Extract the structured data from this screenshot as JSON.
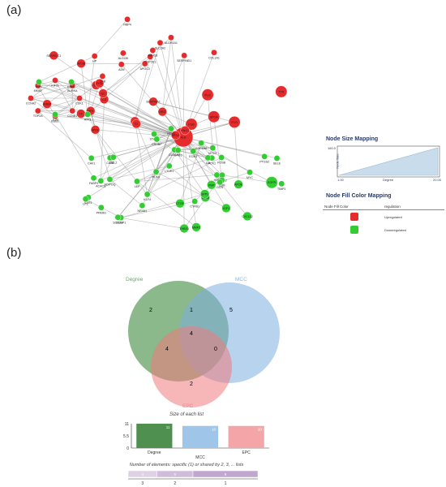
{
  "panel_a_label": "(a)",
  "panel_b_label": "(b)",
  "network": {
    "nodes": [
      {
        "id": "ALB",
        "label": "ALB",
        "reg": "up",
        "size": 5
      },
      {
        "id": "TTR",
        "label": "TTR",
        "reg": "up",
        "size": 3
      },
      {
        "id": "PLG",
        "label": "PLG",
        "reg": "up",
        "size": 3
      },
      {
        "id": "APOA",
        "label": "APOA",
        "reg": "up",
        "size": 3
      },
      {
        "id": "FGG",
        "label": "FGG",
        "reg": "up",
        "size": 3
      },
      {
        "id": "FGB",
        "label": "FGB",
        "reg": "up",
        "size": 3
      },
      {
        "id": "KNG1",
        "label": "KNG1",
        "reg": "up",
        "size": 2
      },
      {
        "id": "HRG",
        "label": "HRG",
        "reg": "up",
        "size": 2
      },
      {
        "id": "AHSG",
        "label": "AHSG",
        "reg": "up",
        "size": 2
      },
      {
        "id": "SERPINA1",
        "label": "SERPINA1",
        "reg": "up",
        "size": 2
      },
      {
        "id": "CP",
        "label": "CP",
        "reg": "up",
        "size": 2
      },
      {
        "id": "APOH",
        "label": "APOH",
        "reg": "up",
        "size": 2
      },
      {
        "id": "F2",
        "label": "F2",
        "reg": "up",
        "size": 2
      },
      {
        "id": "TF",
        "label": "TF",
        "reg": "up",
        "size": 2
      },
      {
        "id": "HPX",
        "label": "HPX",
        "reg": "up",
        "size": 2
      },
      {
        "id": "AMBP",
        "label": "AMBP",
        "reg": "up",
        "size": 2
      },
      {
        "id": "C3",
        "label": "C3",
        "reg": "up",
        "size": 2
      },
      {
        "id": "ITIH2",
        "label": "ITIH2",
        "reg": "up",
        "size": 2
      },
      {
        "id": "GC",
        "label": "GC",
        "reg": "up",
        "size": 2
      },
      {
        "id": "FGA",
        "label": "FGA",
        "reg": "up",
        "size": 2
      },
      {
        "id": "APOB",
        "label": "APOB",
        "reg": "up",
        "size": 2
      },
      {
        "id": "SERPINC1",
        "label": "SERPINC1",
        "reg": "up",
        "size": 2
      },
      {
        "id": "CFB",
        "label": "CFB",
        "reg": "up",
        "size": 1
      },
      {
        "id": "HP",
        "label": "HP",
        "reg": "up",
        "size": 1
      },
      {
        "id": "A2M",
        "label": "A2M",
        "reg": "up",
        "size": 1
      },
      {
        "id": "APOC3",
        "label": "APOC3",
        "reg": "up",
        "size": 1
      },
      {
        "id": "ALDOB",
        "label": "ALDOB",
        "reg": "up",
        "size": 1
      },
      {
        "id": "RBP4",
        "label": "RBP4",
        "reg": "up",
        "size": 1
      },
      {
        "id": "CYP2E1",
        "label": "CYP2E1",
        "reg": "up",
        "size": 1
      },
      {
        "id": "ADH1B",
        "label": "ADH1B",
        "reg": "up",
        "size": 1
      },
      {
        "id": "SLC2A2",
        "label": "SLC2A2",
        "reg": "up",
        "size": 1
      },
      {
        "id": "ALDH1A1",
        "label": "ALDH1A1",
        "reg": "up",
        "size": 1
      },
      {
        "id": "SERPIND1",
        "label": "SERPIND1",
        "reg": "up",
        "size": 1
      },
      {
        "id": "COL1A1",
        "label": "COL1A1",
        "reg": "up",
        "size": 1
      },
      {
        "id": "CDK1",
        "label": "CDK1",
        "reg": "up",
        "size": 1
      },
      {
        "id": "CCNB1",
        "label": "CCNB1",
        "reg": "up",
        "size": 1
      },
      {
        "id": "BUB1",
        "label": "BUB1",
        "reg": "up",
        "size": 1
      },
      {
        "id": "TOP2A",
        "label": "TOP2A",
        "reg": "up",
        "size": 1
      },
      {
        "id": "CCNA2",
        "label": "CCNA2",
        "reg": "up",
        "size": 1
      },
      {
        "id": "MKI67",
        "label": "MKI67",
        "reg": "up",
        "size": 1
      },
      {
        "id": "KIF11",
        "label": "KIF11",
        "reg": "up",
        "size": 1
      },
      {
        "id": "AURKA",
        "label": "AURKA",
        "reg": "up",
        "size": 1
      },
      {
        "id": "EGFR",
        "label": "EGFR",
        "reg": "down",
        "size": 3
      },
      {
        "id": "APOE",
        "label": "APOE",
        "reg": "down",
        "size": 2
      },
      {
        "id": "VWF",
        "label": "VWF",
        "reg": "down",
        "size": 2
      },
      {
        "id": "CD44",
        "label": "CD44",
        "reg": "down",
        "size": 2
      },
      {
        "id": "SPP1",
        "label": "SPP1",
        "reg": "down",
        "size": 2
      },
      {
        "id": "IGF1",
        "label": "IGF1",
        "reg": "down",
        "size": 2
      },
      {
        "id": "CXCL12",
        "label": "CXCL12",
        "reg": "down",
        "size": 2
      },
      {
        "id": "MMP2",
        "label": "MMP2",
        "reg": "down",
        "size": 2
      },
      {
        "id": "THBS1",
        "label": "THBS1",
        "reg": "down",
        "size": 2
      },
      {
        "id": "CTGF",
        "label": "CTGF",
        "reg": "down",
        "size": 2
      },
      {
        "id": "CYR61",
        "label": "CYR61",
        "reg": "down",
        "size": 1
      },
      {
        "id": "FOS",
        "label": "FOS",
        "reg": "down",
        "size": 1
      },
      {
        "id": "JUN",
        "label": "JUN",
        "reg": "down",
        "size": 1
      },
      {
        "id": "EGR1",
        "label": "EGR1",
        "reg": "down",
        "size": 1
      },
      {
        "id": "ATF3",
        "label": "ATF3",
        "reg": "down",
        "size": 1
      },
      {
        "id": "KLF4",
        "label": "KLF4",
        "reg": "down",
        "size": 1
      },
      {
        "id": "DUSP1",
        "label": "DUSP1",
        "reg": "down",
        "size": 1
      },
      {
        "id": "NR4A1",
        "label": "NR4A1",
        "reg": "down",
        "size": 1
      },
      {
        "id": "SOCS3",
        "label": "SOCS3",
        "reg": "down",
        "size": 1
      },
      {
        "id": "ESR1",
        "label": "ESR1",
        "reg": "down",
        "size": 1
      },
      {
        "id": "PPARG",
        "label": "PPARG",
        "reg": "down",
        "size": 1
      },
      {
        "id": "LPL",
        "label": "LPL",
        "reg": "down",
        "size": 1
      },
      {
        "id": "ACACB",
        "label": "ACACB",
        "reg": "down",
        "size": 1
      },
      {
        "id": "LEP",
        "label": "LEP",
        "reg": "down",
        "size": 1
      },
      {
        "id": "ADIPOQ",
        "label": "ADIPOQ",
        "reg": "down",
        "size": 1
      },
      {
        "id": "FABP4",
        "label": "FABP4",
        "reg": "down",
        "size": 1
      },
      {
        "id": "CD36",
        "label": "CD36",
        "reg": "down",
        "size": 1
      },
      {
        "id": "PLIN1",
        "label": "PLIN1",
        "reg": "down",
        "size": 1
      },
      {
        "id": "CAV1",
        "label": "CAV1",
        "reg": "down",
        "size": 1
      },
      {
        "id": "CCL2",
        "label": "CCL2",
        "reg": "down",
        "size": 1
      },
      {
        "id": "LYVE1",
        "label": "LYVE1",
        "reg": "down",
        "size": 1
      },
      {
        "id": "STAB2",
        "label": "STAB2",
        "reg": "down",
        "size": 1
      },
      {
        "id": "FCN3",
        "label": "FCN3",
        "reg": "down",
        "size": 1
      },
      {
        "id": "CLEC4G",
        "label": "CLEC4G",
        "reg": "down",
        "size": 1
      },
      {
        "id": "CRHBP",
        "label": "CRHBP",
        "reg": "down",
        "size": 1
      },
      {
        "id": "ECM1",
        "label": "ECM1",
        "reg": "down",
        "size": 1
      },
      {
        "id": "GPC3",
        "label": "GPC3",
        "reg": "down",
        "size": 1
      },
      {
        "id": "MT1G",
        "label": "MT1G",
        "reg": "down",
        "size": 1
      },
      {
        "id": "CYP1A2",
        "label": "CYP1A2",
        "reg": "down",
        "size": 1
      },
      {
        "id": "PCK1",
        "label": "PCK1",
        "reg": "down",
        "size": 1
      },
      {
        "id": "FOSB",
        "label": "FOSB",
        "reg": "down",
        "size": 1
      },
      {
        "id": "IL6",
        "label": "IL6",
        "reg": "down",
        "size": 1
      },
      {
        "id": "SELE",
        "label": "SELE",
        "reg": "down",
        "size": 1
      },
      {
        "id": "PTGS2",
        "label": "PTGS2",
        "reg": "down",
        "size": 1
      },
      {
        "id": "CXCL2",
        "label": "CXCL2",
        "reg": "down",
        "size": 1
      },
      {
        "id": "HGF",
        "label": "HGF",
        "reg": "down",
        "size": 1
      },
      {
        "id": "MYC",
        "label": "MYC",
        "reg": "down",
        "size": 1
      },
      {
        "id": "TIMP1",
        "label": "TIMP1",
        "reg": "down",
        "size": 1
      },
      {
        "id": "LUM",
        "label": "LUM",
        "reg": "down",
        "size": 1
      },
      {
        "id": "DCN",
        "label": "DCN",
        "reg": "down",
        "size": 1
      }
    ]
  },
  "size_legend": {
    "title": "Node Size Mapping",
    "x_label": "Degree",
    "y_label": "Node Size",
    "ymax_tick": "160.0",
    "ymin_tick": "1",
    "xmin_tick": "1.00",
    "xmax_tick": "20.00"
  },
  "color_legend": {
    "title": "Node Fill Color Mapping",
    "col1": "Node Fill Color",
    "col2": "regulation",
    "rows": [
      {
        "label": "Upregulated",
        "color": "#e52b2b"
      },
      {
        "label": "Downregulated",
        "color": "#33cc33"
      }
    ]
  },
  "venn": {
    "sets": [
      {
        "name": "Degree",
        "color": "#3d8a3d",
        "label_color": "#6aa86a"
      },
      {
        "name": "MCC",
        "color": "#7eaee0",
        "label_color": "#8bb7df"
      },
      {
        "name": "EPC",
        "color": "#f07a7e",
        "label_color": "#f08a8c"
      }
    ],
    "regions": {
      "degree_only": "2",
      "mcc_only": "5",
      "epc_only": "2",
      "degree_mcc": "1",
      "degree_epc": "4",
      "mcc_epc": "0",
      "all": "4"
    }
  },
  "chart_data": {
    "type": "bar",
    "title": "Size of each list",
    "categories": [
      "Degree",
      "MCC",
      "EPC"
    ],
    "values": [
      11,
      10,
      10
    ],
    "value_labels": [
      "11",
      "10",
      "10"
    ],
    "colors": [
      "#4f8f4f",
      "#9fc5e8",
      "#f4a5a8"
    ],
    "yticks": [
      "0",
      "5.5",
      "11"
    ],
    "ylim": [
      0,
      11
    ],
    "xlabel": "",
    "ylabel": ""
  },
  "shared_bar": {
    "title": "Number of elements: specific (1) or shared by 2, 3, ... lists",
    "segments": [
      {
        "count": "4",
        "share": 4
      },
      {
        "count": "5",
        "share": 5
      },
      {
        "count": "9",
        "share": 9
      }
    ],
    "axis_labels": [
      "3",
      "2",
      "1"
    ],
    "color": "#b89cc8"
  }
}
